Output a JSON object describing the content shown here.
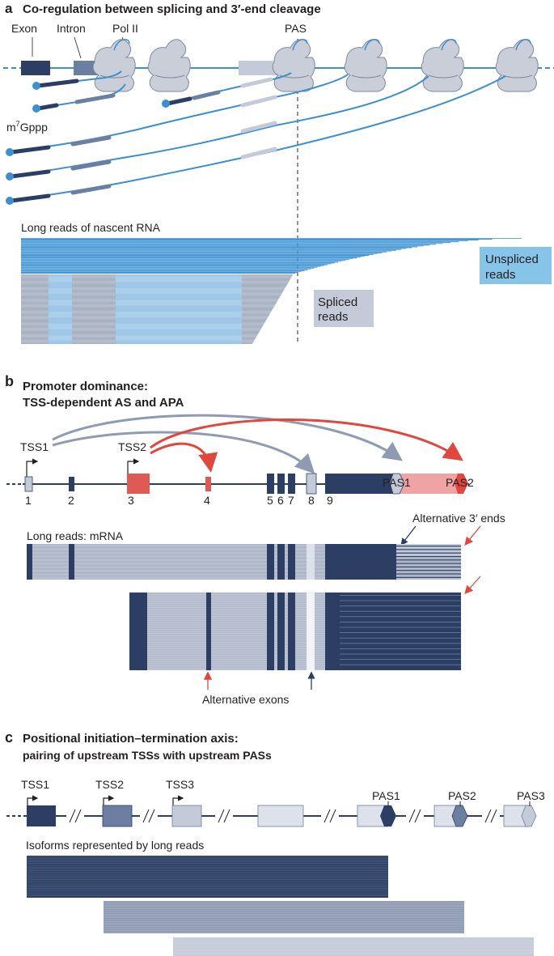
{
  "panel_a": {
    "letter": "a",
    "title": "Co-regulation between splicing and 3′-end cleavage",
    "exon_label": "Exon",
    "intron_label": "Intron",
    "polii_label": "Pol II",
    "pas_label": "PAS",
    "cap_prefix": "m",
    "cap_superscript": "7",
    "cap_suffix": "Gppp",
    "reads_heading": "Long reads of nascent RNA",
    "unspliced_line1": "Unspliced",
    "unspliced_line2": "reads",
    "spliced_line1": "Spliced",
    "spliced_line2": "reads"
  },
  "panel_b": {
    "letter": "b",
    "title_line1": "Promoter dominance:",
    "title_line2": "TSS-dependent AS and APA",
    "tss1_label": "TSS1",
    "tss2_label": "TSS2",
    "pas1_label": "PAS1",
    "pas2_label": "PAS2",
    "exon_numbers": [
      "1",
      "2",
      "3",
      "4",
      "5",
      "6",
      "7",
      "8",
      "9"
    ],
    "reads_heading": "Long reads: mRNA",
    "alt3_label": "Alternative 3′ ends",
    "altexon_label": "Alternative exons"
  },
  "panel_c": {
    "letter": "c",
    "title_line1": "Positional initiation–termination axis:",
    "title_line2": "pairing of upstream TSSs with upstream PASs",
    "tss_labels": [
      "TSS1",
      "TSS2",
      "TSS3"
    ],
    "pas_labels": [
      "PAS1",
      "PAS2",
      "PAS3"
    ],
    "reads_heading": "Isoforms represented by long reads"
  },
  "colors": {
    "navy": "#2c3e63",
    "mid_blue": "#6b7fa3",
    "light_gray_blue": "#c4cad8",
    "pale": "#d6dbe5",
    "line_blue": "#3d8fd0",
    "light_blue": "#86c4ea",
    "red": "#e05a55",
    "pink": "#f0a3a4",
    "polii_gray": "#c9ced8"
  }
}
